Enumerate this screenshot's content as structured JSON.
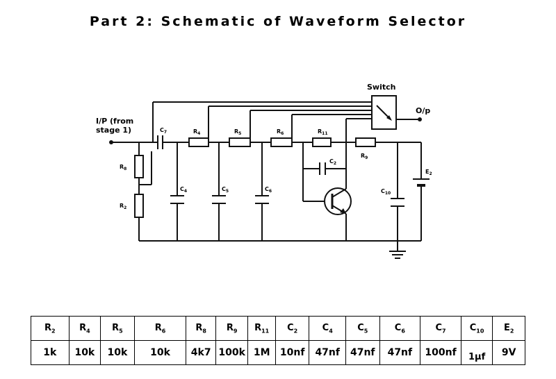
{
  "title": "Part 2: Schematic of Waveform Selector",
  "schematic": {
    "input_label_line1": "I/P (from",
    "input_label_line2": "stage 1)",
    "output_label": "O/p",
    "switch_label": "Switch",
    "components": [
      {
        "letter": "C",
        "sub": "7"
      },
      {
        "letter": "R",
        "sub": "4"
      },
      {
        "letter": "R",
        "sub": "5"
      },
      {
        "letter": "R",
        "sub": "6"
      },
      {
        "letter": "R",
        "sub": "11"
      },
      {
        "letter": "R",
        "sub": "9"
      },
      {
        "letter": "R",
        "sub": "8"
      },
      {
        "letter": "R",
        "sub": "2"
      },
      {
        "letter": "C",
        "sub": "2"
      },
      {
        "letter": "C",
        "sub": "4"
      },
      {
        "letter": "C",
        "sub": "5"
      },
      {
        "letter": "C",
        "sub": "6"
      },
      {
        "letter": "C",
        "sub": "10"
      },
      {
        "letter": "E",
        "sub": "2"
      }
    ]
  },
  "table": {
    "columns": [
      {
        "letter": "R",
        "sub": "2",
        "value": "1k"
      },
      {
        "letter": "R",
        "sub": "4",
        "value": "10k"
      },
      {
        "letter": "R",
        "sub": "5",
        "value": "10k"
      },
      {
        "letter": "R",
        "sub": "6",
        "value": "10k"
      },
      {
        "letter": "R",
        "sub": "8",
        "value": "4k7"
      },
      {
        "letter": "R",
        "sub": "9",
        "value": "100k"
      },
      {
        "letter": "R",
        "sub": "11",
        "value": "1M"
      },
      {
        "letter": "C",
        "sub": "2",
        "value": "10nf"
      },
      {
        "letter": "C",
        "sub": "4",
        "value": "47nf"
      },
      {
        "letter": "C",
        "sub": "5",
        "value": "47nf"
      },
      {
        "letter": "C",
        "sub": "6",
        "value": "47nf"
      },
      {
        "letter": "C",
        "sub": "7",
        "value": "100nf"
      },
      {
        "letter": "C",
        "sub": "10",
        "value": "1µf"
      },
      {
        "letter": "E",
        "sub": "2",
        "value": "9V"
      }
    ]
  }
}
